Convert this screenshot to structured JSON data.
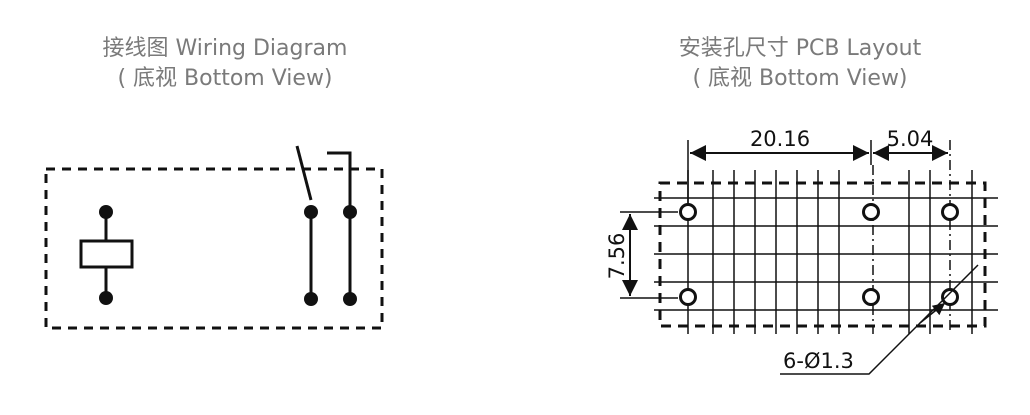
{
  "wiring_diagram": {
    "title_line1": "接线图 Wiring Diagram",
    "title_line2": "( 底视 Bottom View)"
  },
  "pcb_layout": {
    "title_line1": "安装孔尺寸 PCB Layout",
    "title_line2": "( 底视 Bottom View)",
    "dimension_horizontal_1": "20.16",
    "dimension_horizontal_2": "5.04",
    "dimension_vertical": "7.56",
    "hole_callout": "6-Ø1.3"
  }
}
